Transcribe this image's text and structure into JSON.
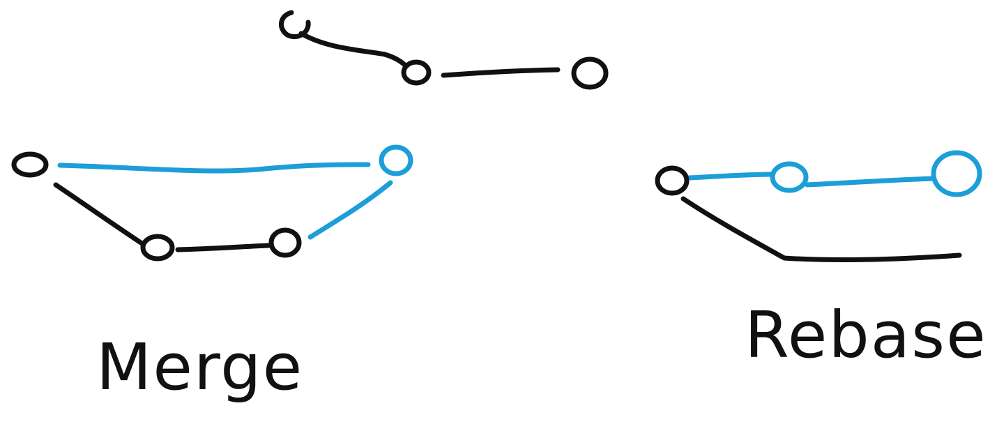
{
  "colors": {
    "base_branch": "#111111",
    "feature_branch": "#1c9ed8",
    "background": "#ffffff"
  },
  "labels": {
    "merge": "Merge",
    "rebase": "Rebase"
  },
  "commit_icon": "hollow-circle"
}
